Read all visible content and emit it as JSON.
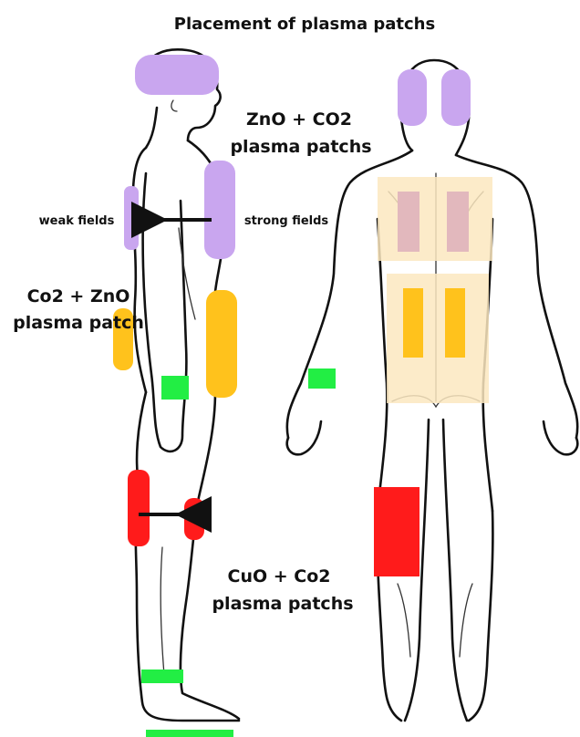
{
  "title": "Placement of plasma patchs",
  "labels": {
    "upper_patch": [
      "ZnO + CO2",
      "plasma patchs"
    ],
    "weak_fields": "weak fields",
    "strong_fields": "strong fields",
    "waist_patch": [
      "Co2 + ZnO",
      "plasma patch"
    ],
    "leg_patch": [
      "CuO + Co2",
      "plasma patchs"
    ]
  },
  "colors": {
    "zno_co2_patch": "#c9a6ef",
    "co2_zno_patch": "#ffc21c",
    "cuo_co2_patch": "#ff1b1b",
    "green_band": "#22ee44",
    "back_zone": "#fbe8c0",
    "back_upper_strip": "#e2b8bd",
    "arrow": "#111111"
  },
  "figures": {
    "left": "side-view-figure",
    "right": "back-view-figure"
  }
}
